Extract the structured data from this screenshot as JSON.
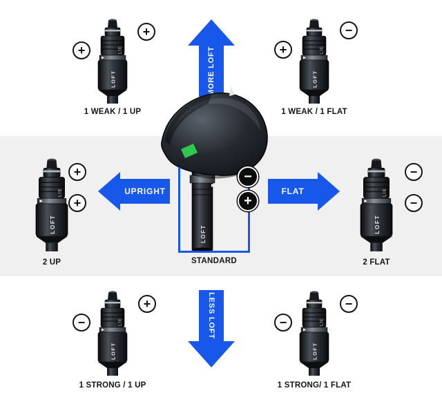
{
  "colors": {
    "arrow_blue": "#1757e9",
    "band_gray": "#f0f0f1",
    "accent_green": "#2fc84e"
  },
  "arrows": {
    "up": {
      "label": "MORE LOFT"
    },
    "down": {
      "label": "LESS LOFT"
    },
    "left": {
      "label": "UPRIGHT"
    },
    "right": {
      "label": "FLAT"
    }
  },
  "center": {
    "label": "STANDARD",
    "badges": [
      {
        "glyph": "−"
      },
      {
        "glyph": "+"
      }
    ]
  },
  "hosel_text": {
    "loft": "LOFT",
    "lie": "LIE"
  },
  "satellites": [
    {
      "label": "1 WEAK / 1 UP",
      "badges": [
        {
          "glyph": "+"
        },
        {
          "glyph": "+"
        }
      ]
    },
    {
      "label": "1 WEAK / 1 FLAT",
      "badges": [
        {
          "glyph": "+"
        },
        {
          "glyph": "−"
        }
      ]
    },
    {
      "label": "2 UP",
      "badges": [
        {
          "glyph": "+"
        },
        {
          "glyph": "+"
        }
      ]
    },
    {
      "label": "2 FLAT",
      "badges": [
        {
          "glyph": "−"
        },
        {
          "glyph": "−"
        }
      ]
    },
    {
      "label": "1 STRONG / 1 UP",
      "badges": [
        {
          "glyph": "−"
        },
        {
          "glyph": "+"
        }
      ]
    },
    {
      "label": "1 STRONG/ 1 FLAT",
      "badges": [
        {
          "glyph": "−"
        },
        {
          "glyph": "−"
        }
      ]
    }
  ]
}
